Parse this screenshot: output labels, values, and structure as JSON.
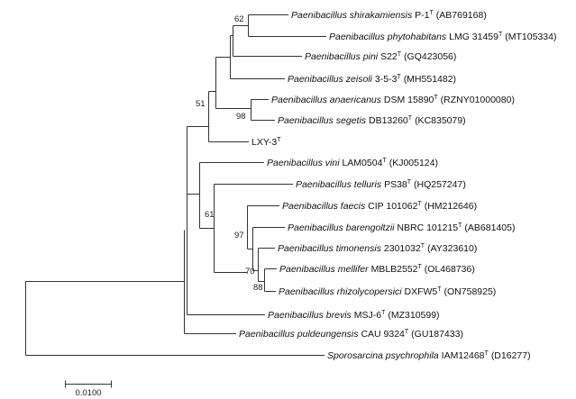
{
  "tree": {
    "leaves": [
      {
        "id": "shirakamiensis",
        "name": "Paenibacillus shirakamiensis",
        "strain": "P-1",
        "type_mark": "T",
        "accession": "(AB769168)"
      },
      {
        "id": "phytohabitans",
        "name": "Paenibacillus phytohabitans",
        "strain": "LMG 31459",
        "type_mark": "T",
        "accession": "(MT105334)"
      },
      {
        "id": "pini",
        "name": "Paenibacillus pini",
        "strain": "S22",
        "type_mark": "T",
        "accession": "(GQ423056)"
      },
      {
        "id": "zeisoli",
        "name": "Paenibacillus zeisoli",
        "strain": "3-5-3",
        "type_mark": "T",
        "accession": "(MH551482)"
      },
      {
        "id": "anaericanus",
        "name": "Paenibacillus anaericanus",
        "strain": "DSM 15890",
        "type_mark": "T",
        "accession": "(RZNY01000080)"
      },
      {
        "id": "segetis",
        "name": "Paenibacillus segetis",
        "strain": "DB13260",
        "type_mark": "T",
        "accession": "(KC835079)"
      },
      {
        "id": "lxy3",
        "name": "",
        "strain": "LXY-3",
        "type_mark": "T",
        "accession": ""
      },
      {
        "id": "vini",
        "name": "Paenibacillus vini",
        "strain": "LAM0504",
        "type_mark": "T",
        "accession": "(KJ005124)"
      },
      {
        "id": "telluris",
        "name": "Paenibacillus telluris",
        "strain": "PS38",
        "type_mark": "T",
        "accession": "(HQ257247)"
      },
      {
        "id": "faecis",
        "name": "Paenibacillus faecis",
        "strain": "CIP 101062",
        "type_mark": "T",
        "accession": "(HM212646)"
      },
      {
        "id": "barengoltzii",
        "name": "Paenibacillus barengoltzii",
        "strain": "NBRC 101215",
        "type_mark": "T",
        "accession": "(AB681405)"
      },
      {
        "id": "timonensis",
        "name": "Paenibacillus timonensis",
        "strain": "2301032",
        "type_mark": "T",
        "accession": "(AY323610)"
      },
      {
        "id": "mellifer",
        "name": "Paenibacillus mellifer",
        "strain": "MBLB2552",
        "type_mark": "T",
        "accession": "(OL468736)"
      },
      {
        "id": "rhizolycopersici",
        "name": "Paenibacillus rhizolycopersici",
        "strain": "DXFW5",
        "type_mark": "T",
        "accession": "(ON758925)"
      },
      {
        "id": "brevis",
        "name": "Paenibacillus brevis",
        "strain": "MSJ-6",
        "type_mark": "T",
        "accession": "(MZ310599)"
      },
      {
        "id": "puldeungensis",
        "name": "Paenibacillus puldeungensis",
        "strain": "CAU 9324",
        "type_mark": "T",
        "accession": "(GU187433)"
      },
      {
        "id": "psychrophila",
        "name": "Sporosarcina psychrophila",
        "strain": "IAM12468",
        "type_mark": "T",
        "accession": "(D16277)"
      }
    ],
    "bootstrap": {
      "n62": "62",
      "n51": "51",
      "n98": "98",
      "n61": "61",
      "n97": "97",
      "n70": "70",
      "n88": "88"
    },
    "scale_bar_label": "0.0100"
  }
}
